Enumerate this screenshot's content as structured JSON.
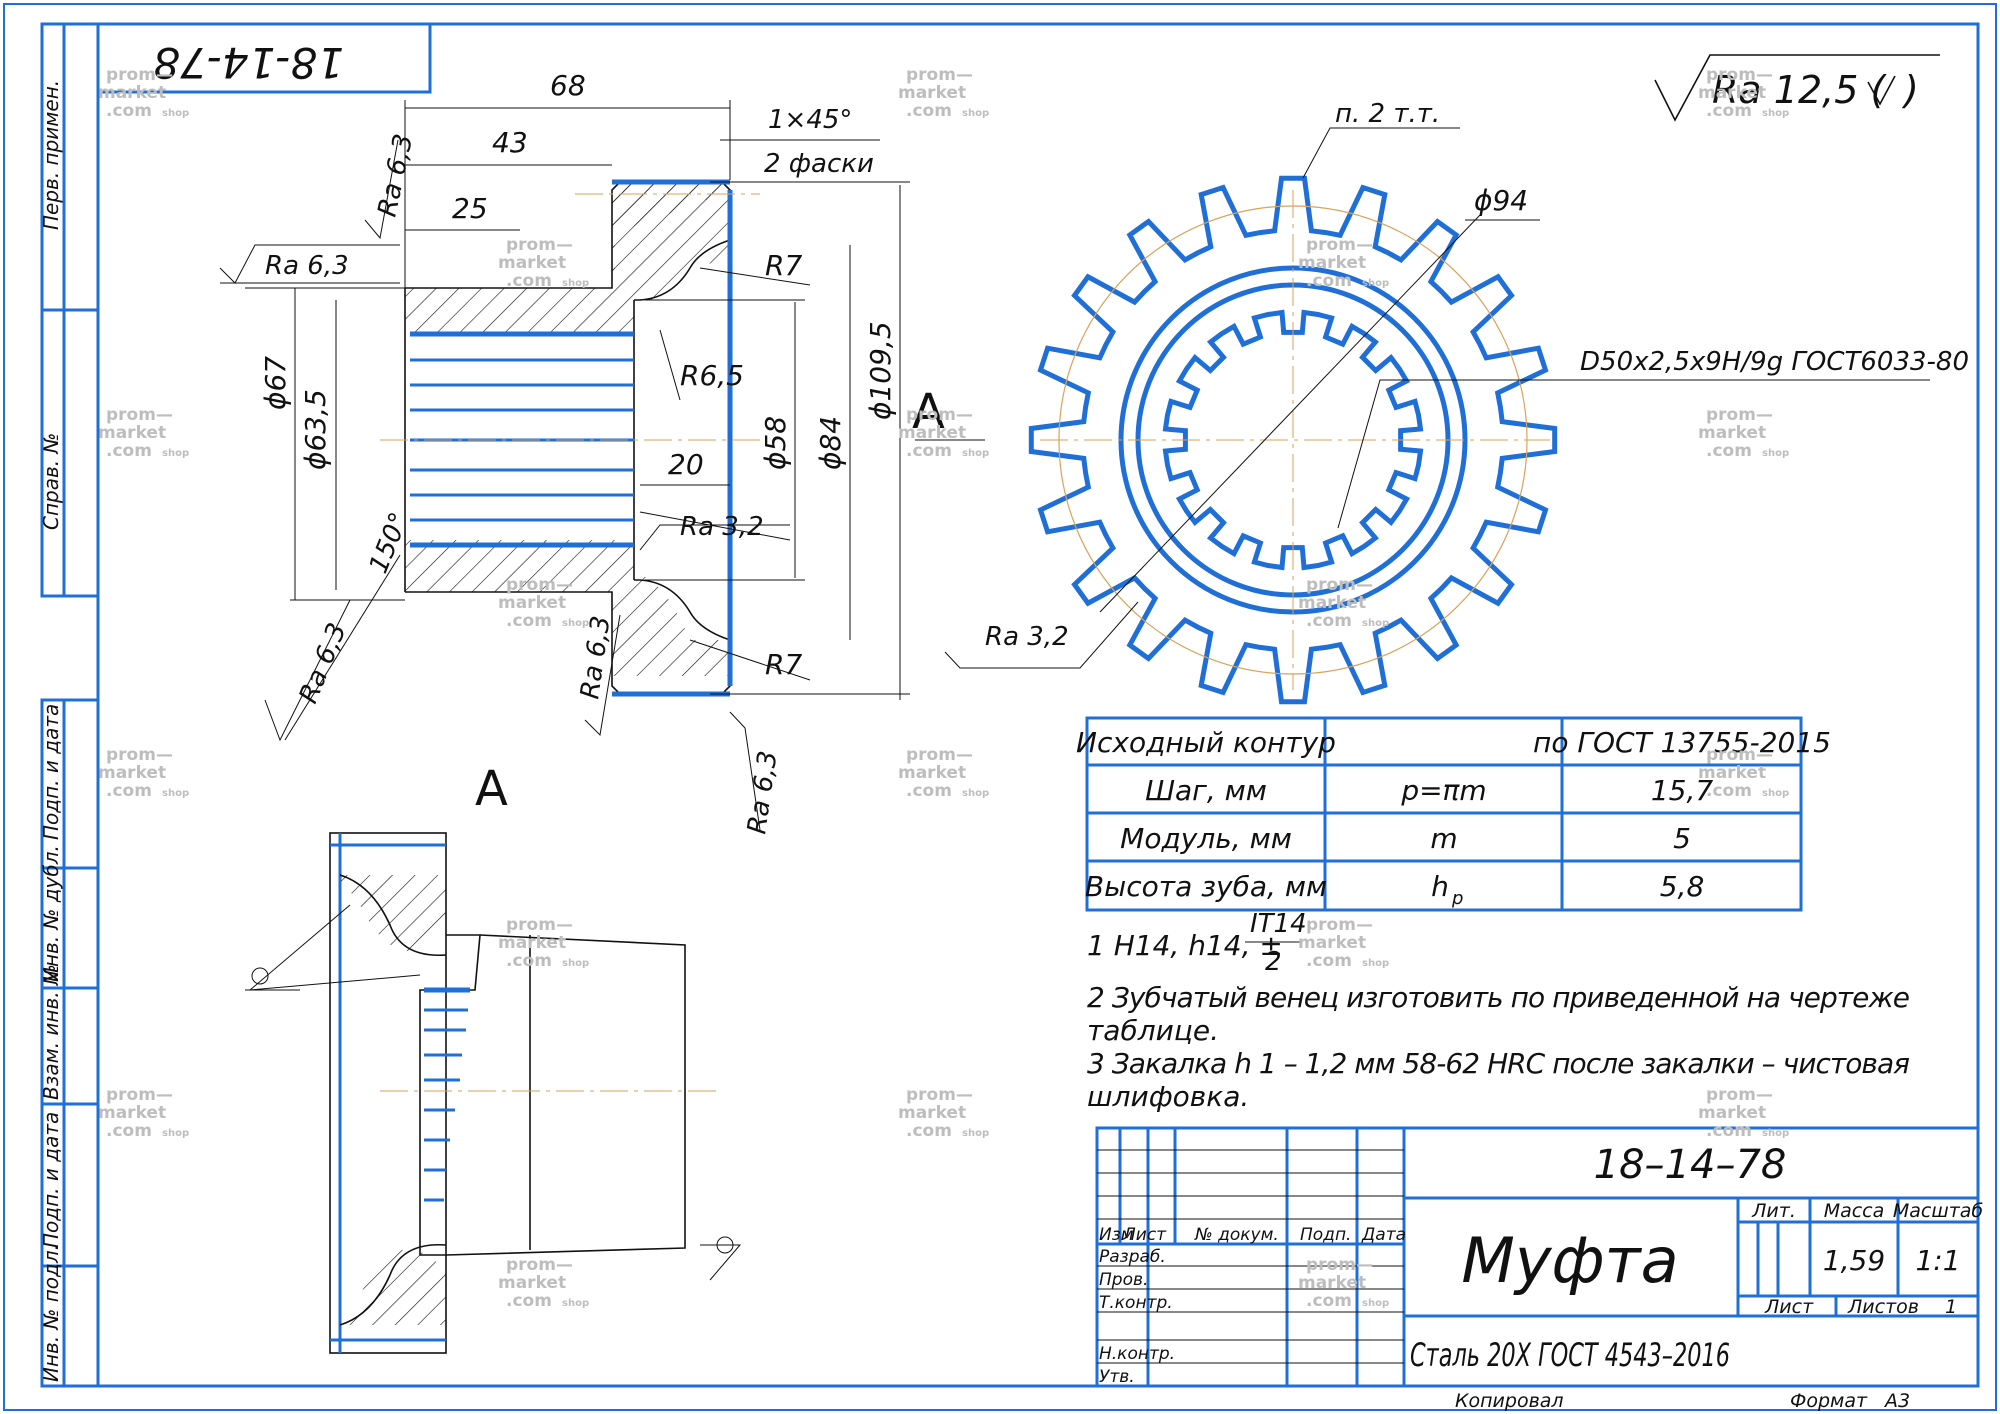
{
  "title_block": {
    "doc_number": "18–14–78",
    "doc_number_mirrored": "18-14-78",
    "part_name": "Муфта",
    "material": "Сталь 20Х ГОСТ 4543–2016",
    "headers": {
      "izm": "Изм",
      "list": "Лист",
      "doc_no": "№ докум.",
      "podp": "Подп.",
      "data": "Дата"
    },
    "rows": [
      "Разраб.",
      "Пров.",
      "Т.контр.",
      "Н.контр.",
      "Утв."
    ],
    "lit_label": "Лит.",
    "mass_label": "Масса",
    "scale_label": "Масштаб",
    "mass_value": "1,59",
    "scale_value": "1:1",
    "sheet_label": "Лист",
    "sheets_label": "Листов",
    "sheets_value": "1",
    "copied_label": "Копировал",
    "format_label": "Формат",
    "format_value": "А3"
  },
  "side_stamp": {
    "labels": [
      "Перв. примен.",
      "Справ. №",
      "Подп. и дата",
      "Инв. № дубл.",
      "Взам. инв. №",
      "Подп. и дата",
      "Инв. № подл."
    ]
  },
  "roughness": {
    "general": "Ra 12,5 (",
    "ra63": "Ra 6,3",
    "ra32": "Ra 3,2"
  },
  "dimensions": {
    "d68": "68",
    "d43": "43",
    "d25": "25",
    "d20": "20",
    "chamfer": "1×45°",
    "chamfer_note": "2 фаски",
    "r7": "R7",
    "r65": "R6,5",
    "phi67": "ϕ67",
    "phi635": "ϕ63,5",
    "phi58": "ϕ58",
    "phi84": "ϕ84",
    "phi1095": "ϕ109,5",
    "phi94": "ϕ94",
    "angle150": "150°",
    "section_a": "А",
    "teeth_note": "п. 2 т.т.",
    "spline": "D50x2,5x9H/9g ГОСТ6033-80"
  },
  "gear_table": {
    "rows": [
      [
        "Исходный контур",
        "",
        "по ГОСТ 13755-2015"
      ],
      [
        "Шаг, мм",
        "p=πm",
        "15,7"
      ],
      [
        "Модуль, мм",
        "m",
        "5"
      ],
      [
        "Высота зуба, мм",
        "h",
        "5,8"
      ]
    ],
    "h_subscript": "p"
  },
  "notes": {
    "n1_prefix": "1 H14, h14, ±",
    "n1_num": "IT14",
    "n1_den": "2",
    "n2": "2 Зубчатый венец изготовить по приведенной на чертеже",
    "n2b": "таблице.",
    "n3": "3 Закалка h 1 – 1,2 мм 58-62 HRC после закалки – чистовая",
    "n3b": "шлифовка."
  },
  "watermark": {
    "l1": "prom—",
    "l2": "market",
    "l3": ".com",
    "l4": "shop"
  },
  "colors": {
    "accent": "#1f6fd6",
    "border": "#1f6fd6",
    "ink": "#111111",
    "center": "#d9a25a"
  }
}
